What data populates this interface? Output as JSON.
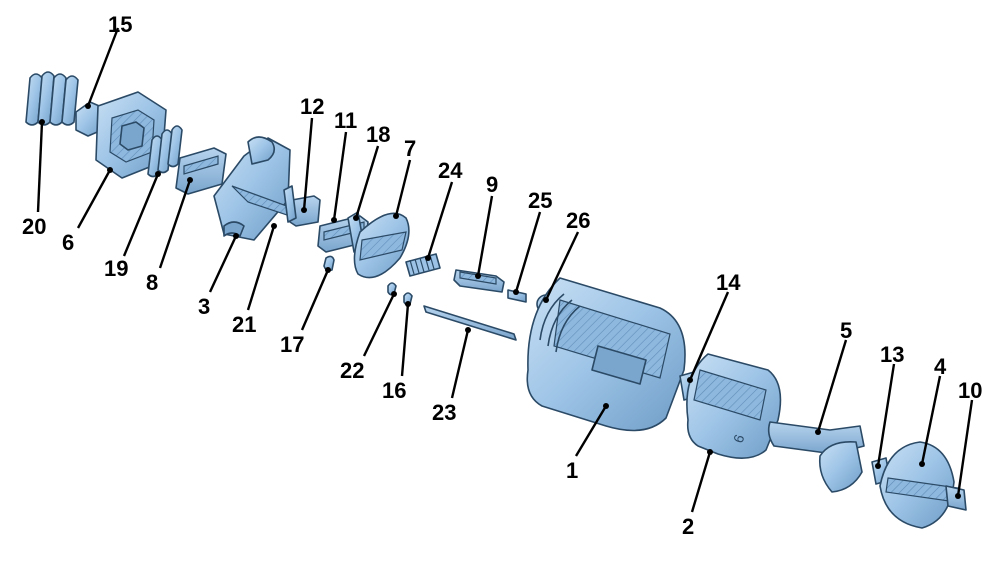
{
  "diagram": {
    "colors": {
      "body": "#9cc3e6",
      "body_dark": "#6f9cc6",
      "outline": "#2b4a66",
      "label": "#000000"
    },
    "callouts": [
      {
        "id": "c1",
        "text": "1"
      },
      {
        "id": "c2",
        "text": "2"
      },
      {
        "id": "c3",
        "text": "3"
      },
      {
        "id": "c4",
        "text": "4"
      },
      {
        "id": "c5",
        "text": "5"
      },
      {
        "id": "c6",
        "text": "6"
      },
      {
        "id": "c7",
        "text": "7"
      },
      {
        "id": "c8",
        "text": "8"
      },
      {
        "id": "c9",
        "text": "9"
      },
      {
        "id": "c10",
        "text": "10"
      },
      {
        "id": "c11",
        "text": "11"
      },
      {
        "id": "c12",
        "text": "12"
      },
      {
        "id": "c13",
        "text": "13"
      },
      {
        "id": "c14",
        "text": "14"
      },
      {
        "id": "c15",
        "text": "15"
      },
      {
        "id": "c16",
        "text": "16"
      },
      {
        "id": "c17",
        "text": "17"
      },
      {
        "id": "c18",
        "text": "18"
      },
      {
        "id": "c19",
        "text": "19"
      },
      {
        "id": "c20",
        "text": "20"
      },
      {
        "id": "c21",
        "text": "21"
      },
      {
        "id": "c22",
        "text": "22"
      },
      {
        "id": "c23",
        "text": "23"
      },
      {
        "id": "c24",
        "text": "24"
      },
      {
        "id": "c25",
        "text": "25"
      },
      {
        "id": "c26",
        "text": "26"
      }
    ],
    "marking": "6"
  }
}
